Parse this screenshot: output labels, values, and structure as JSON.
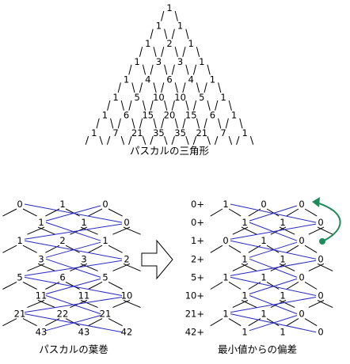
{
  "pascal_triangle": {
    "caption": "パスカルの三角形",
    "rows": [
      [
        "1"
      ],
      [
        "1",
        "1"
      ],
      [
        "1",
        "2",
        "1"
      ],
      [
        "1",
        "3",
        "3",
        "1"
      ],
      [
        "1",
        "4",
        "6",
        "4",
        "1"
      ],
      [
        "1",
        "5",
        "10",
        "10",
        "5",
        "1"
      ],
      [
        "1",
        "6",
        "15",
        "20",
        "15",
        "6",
        "1"
      ],
      [
        "1",
        "7",
        "21",
        "35",
        "35",
        "21",
        "7",
        "1"
      ]
    ]
  },
  "leaf_roll": {
    "caption": "パスカルの葉巻",
    "rows": [
      [
        "0",
        "1",
        "0"
      ],
      [
        "1",
        "1",
        "0"
      ],
      [
        "1",
        "2",
        "1"
      ],
      [
        "3",
        "3",
        "2"
      ],
      [
        "5",
        "6",
        "5"
      ],
      [
        "11",
        "11",
        "10"
      ],
      [
        "21",
        "22",
        "21"
      ],
      [
        "43",
        "43",
        "42"
      ]
    ]
  },
  "arrow": {
    "icon": "right-arrow-icon"
  },
  "deviation": {
    "caption": "最小値からの偏差",
    "offsets": [
      "0+",
      "0+",
      "1+",
      "2+",
      "5+",
      "10+",
      "21+",
      "42+"
    ],
    "rows": [
      [
        "1",
        "0",
        "0"
      ],
      [
        "1",
        "1",
        "0"
      ],
      [
        "0",
        "1",
        "0"
      ],
      [
        "1",
        "1",
        "0"
      ],
      [
        "1",
        "1",
        "0"
      ],
      [
        "1",
        "1",
        "0"
      ],
      [
        "1",
        "1",
        "0"
      ],
      [
        "1",
        "1",
        "0"
      ]
    ]
  },
  "colors": {
    "edges": "#000000",
    "wrap_lines": "#2828c8",
    "cycle_arrow": "#1e8c5a"
  }
}
